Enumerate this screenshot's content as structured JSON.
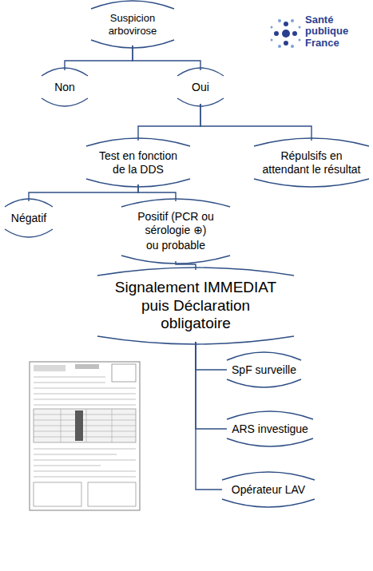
{
  "diagram": {
    "nodes": [
      {
        "text": [
          "Suspicion arbovirose"
        ]
      },
      {
        "text": [
          "Non"
        ]
      },
      {
        "text": [
          "Oui"
        ]
      },
      {
        "text": [
          "Test en fonction de la DDS"
        ]
      },
      {
        "text": [
          "Répulsifs en attendant le résultat"
        ]
      },
      {
        "text": [
          "Négatif"
        ]
      },
      {
        "text": [
          "Positif (PCR ou sérologie ⊕)",
          "ou probable"
        ]
      },
      {
        "text": [
          "Signalement IMMEDIAT puis Déclaration obligatoire"
        ]
      },
      {
        "text": [
          "SpF surveille"
        ]
      },
      {
        "text": [
          "ARS investigue"
        ]
      },
      {
        "text": [
          "Opérateur LAV"
        ]
      }
    ],
    "edges": [
      {
        "from": 0,
        "to": 1,
        "arrow": "none"
      },
      {
        "from": 0,
        "to": 2,
        "arrow": "none"
      },
      {
        "from": 2,
        "to": 3,
        "arrow": "none"
      },
      {
        "from": 2,
        "to": 4,
        "arrow": "none"
      },
      {
        "from": 3,
        "to": 5,
        "arrow": "none"
      },
      {
        "from": 3,
        "to": 6,
        "arrow": "none"
      },
      {
        "from": 6,
        "to": 7,
        "arrow": "none"
      },
      {
        "from": 7,
        "to": 8,
        "arrow": "none"
      },
      {
        "from": 7,
        "to": 9,
        "arrow": "none"
      },
      {
        "from": 7,
        "to": 10,
        "arrow": "none"
      }
    ],
    "labels": [
      "Santé publique France"
    ]
  }
}
